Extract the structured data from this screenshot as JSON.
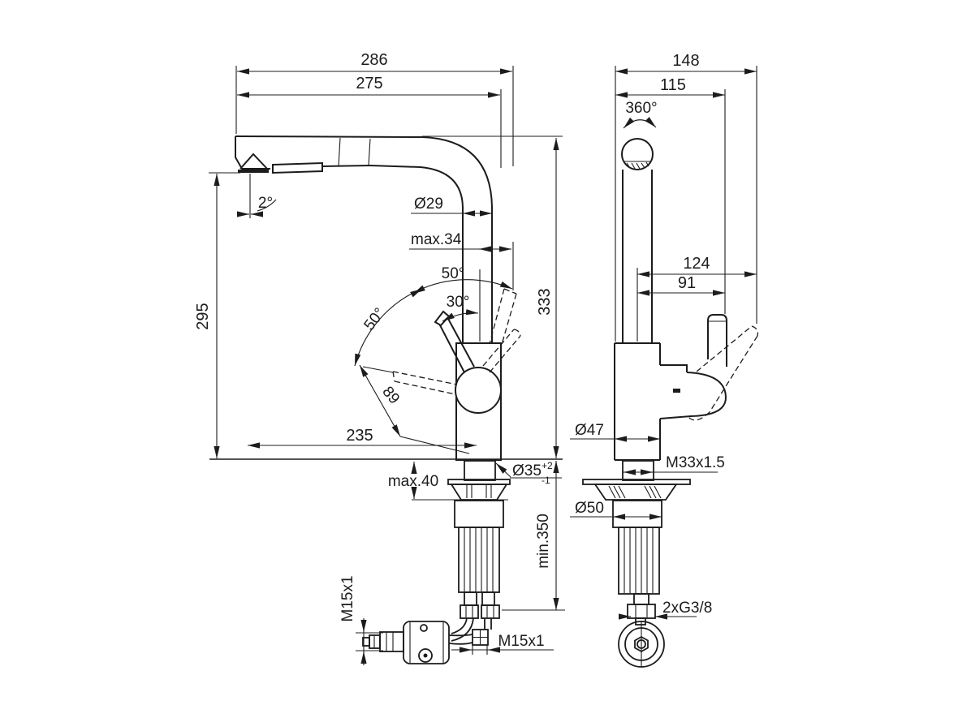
{
  "meta": {
    "type": "technical-dimension-drawing",
    "subject": "kitchen sink mixer tap with pull-out spout, front and side views",
    "line_color": "#1c1c1c",
    "background": "#ffffff"
  },
  "front": {
    "dims": {
      "overall_width": "286",
      "spout_reach": "275",
      "tip_angle": "2°",
      "height_deck_to_spout": "295",
      "spout_pipe_diameter": "Ø29",
      "spray_offset": "max.34",
      "handle_arc_upper": "50°",
      "handle_arc_mid": "30°",
      "handle_arc_lower": "50°",
      "handle_length": "89",
      "tip_to_body_axis": "235",
      "deck_thickness": "max.40",
      "hole_diameter": "Ø35",
      "hole_tolerance_plus": "+2",
      "hole_tolerance_minus": "-1",
      "spout_height": "333",
      "min_clearance": "min.350",
      "valve_connector_thread": "M15x1",
      "hose_connector_thread": "M15x1"
    }
  },
  "side": {
    "dims": {
      "overall_depth": "148",
      "body_to_handle_front": "115",
      "swivel_angle": "360°",
      "axis_to_handle_tilted": "124",
      "axis_to_handle": "91",
      "body_diameter": "Ø47",
      "shank_thread": "M33x1.5",
      "cartridge_diameter": "Ø50",
      "supply_hose_threads": "2xG3/8"
    }
  }
}
